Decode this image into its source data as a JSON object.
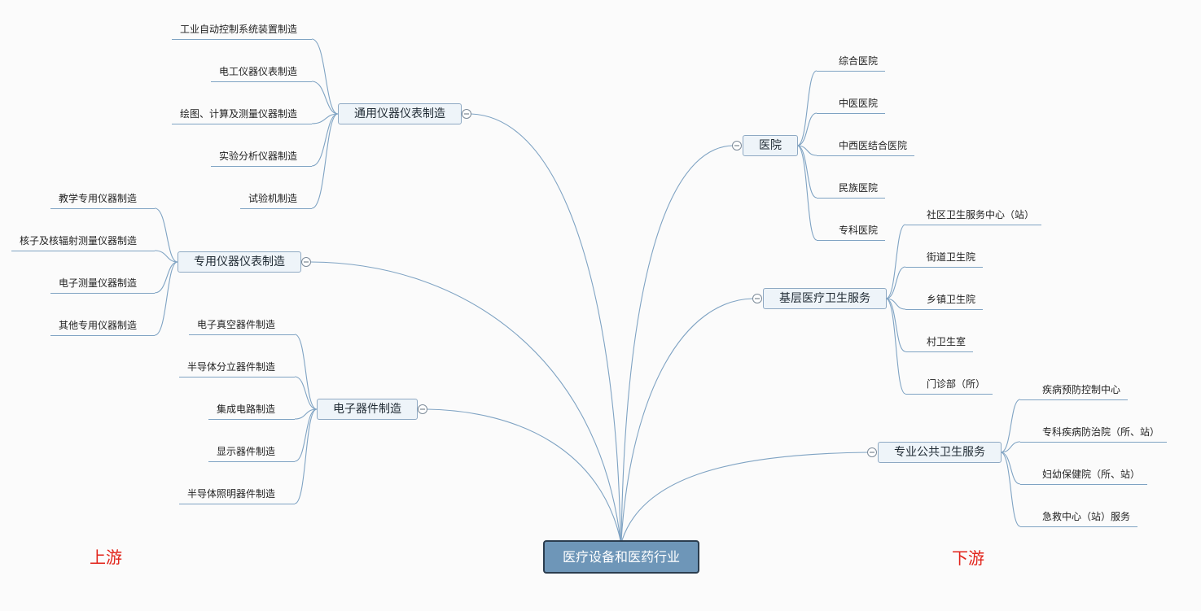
{
  "root": {
    "label": "医疗设备和医药行业"
  },
  "sections": {
    "upstream": "上游",
    "downstream": "下游"
  },
  "upstream": [
    {
      "label": "通用仪器仪表制造",
      "children": [
        "工业自动控制系统装置制造",
        "电工仪器仪表制造",
        "绘图、计算及测量仪器制造",
        "实验分析仪器制造",
        "试验机制造"
      ]
    },
    {
      "label": "专用仪器仪表制造",
      "children": [
        "教学专用仪器制造",
        "核子及核辐射测量仪器制造",
        "电子测量仪器制造",
        "其他专用仪器制造"
      ]
    },
    {
      "label": "电子器件制造",
      "children": [
        "电子真空器件制造",
        "半导体分立器件制造",
        "集成电路制造",
        "显示器件制造",
        "半导体照明器件制造"
      ]
    }
  ],
  "downstream": [
    {
      "label": "医院",
      "children": [
        "综合医院",
        "中医医院",
        "中西医结合医院",
        "民族医院",
        "专科医院"
      ]
    },
    {
      "label": "基层医疗卫生服务",
      "children": [
        "社区卫生服务中心（站）",
        "街道卫生院",
        "乡镇卫生院",
        "村卫生室",
        "门诊部（所）"
      ]
    },
    {
      "label": "专业公共卫生服务",
      "children": [
        "疾病预防控制中心",
        "专科疾病防治院（所、站）",
        "妇幼保健院（所、站）",
        "急救中心（站）服务"
      ]
    }
  ],
  "colors": {
    "background": "#fbfbfb",
    "connector": "#7fa3c3",
    "branch_fill": "#eef4f9",
    "branch_border": "#8ea9c3",
    "root_fill": "#6e96b8",
    "root_border": "#2b3d4f",
    "section_label": "#e2231a"
  },
  "icons": {
    "collapse_toggle": "minus-circle-icon"
  }
}
